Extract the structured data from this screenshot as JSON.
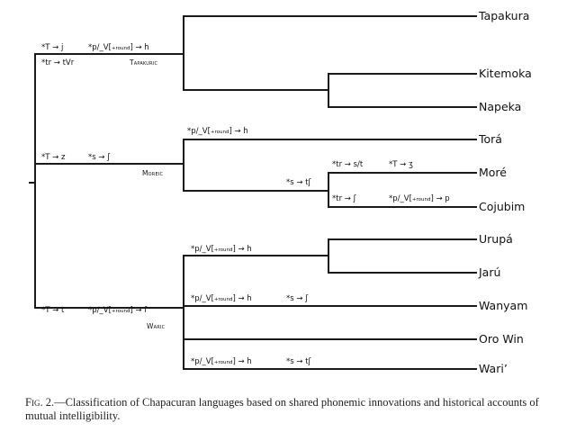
{
  "figure": {
    "groups": [
      {
        "name": "Tapakuric",
        "innovations_above": [
          "*T → j",
          "*p/_V[+round] → h"
        ],
        "innovations_below": [
          "*tr → tVr"
        ],
        "leaves": [
          "Tapakura",
          "Kitemoka",
          "Napeka"
        ]
      },
      {
        "name": "Moreic",
        "innovations_above": [
          "*T → z",
          "*s → ʃ"
        ],
        "leaves": [
          "Torá",
          "Moré",
          "Cojubim"
        ],
        "branch_innovations": {
          "tora": "*p/_V[+round] → h",
          "more_cojubim": "*s → tʃ",
          "more": [
            "*tr → s/t",
            "*T → ʒ"
          ],
          "cojubim": [
            "*tr → ʃ",
            "*p/_V[+round] → p"
          ]
        }
      },
      {
        "name": "Waric",
        "innovations_above": [
          "*T → t",
          "*p/_V[+round] → f"
        ],
        "leaves": [
          "Urupá",
          "Jarú",
          "Wanyam",
          "Oro Win",
          "Wari’"
        ],
        "branch_innovations": {
          "urupa_jaru": "*p/_V[+round] → h",
          "wanyam": [
            "*p/_V[+round] → h",
            "*s → ʃ"
          ],
          "wari": [
            "*p/_V[+round] → h",
            "*s → tʃ"
          ]
        }
      }
    ],
    "group_labels": {
      "tapakuric": "Tapakuric",
      "moreic": "Moreic",
      "waric": "Waric"
    },
    "leaf_labels": {
      "tapakura": "Tapakura",
      "kitemoka": "Kitemoka",
      "napeka": "Napeka",
      "tora": "Torá",
      "more": "Moré",
      "cojubim": "Cojubim",
      "urupa": "Urupá",
      "jaru": "Jarú",
      "wanyam": "Wanyam",
      "oro_win": "Oro Win",
      "wari": "Wari’"
    },
    "annotations": {
      "tap_T": "*T → j",
      "tap_p_pre": "*p/_V[",
      "tap_p_sub": "+round",
      "tap_p_post": "] → h",
      "tap_tr": "*tr → tVr",
      "mor_T": "*T → z",
      "mor_s": "*s → ʃ",
      "tora_p_pre": "*p/_V[",
      "tora_p_sub": "+round",
      "tora_p_post": "] → h",
      "mc_s": "*s → tʃ",
      "more_tr": "*tr → s/t",
      "more_T": "*T → ʒ",
      "coj_tr": "*tr → ʃ",
      "coj_p_pre": "*p/_V[",
      "coj_p_sub": "+round",
      "coj_p_post": "] → p",
      "war_T": "*T → t",
      "war_p_pre": "*p/_V[",
      "war_p_sub": "+round",
      "war_p_post": "] → f",
      "uj_p_pre": "*p/_V[",
      "uj_p_sub": "+round",
      "uj_p_post": "] → h",
      "wan_p_pre": "*p/_V[",
      "wan_p_sub": "+round",
      "wan_p_post": "] → h",
      "wan_s": "*s → ʃ",
      "wari_p_pre": "*p/_V[",
      "wari_p_sub": "+round",
      "wari_p_post": "] → h",
      "wari_s": "*s → tʃ"
    },
    "caption": {
      "label": "Fig. 2.",
      "text": "—Classification of Chapacuran languages based on shared phonemic innovations and historical accounts of mutual intelligibility."
    }
  }
}
